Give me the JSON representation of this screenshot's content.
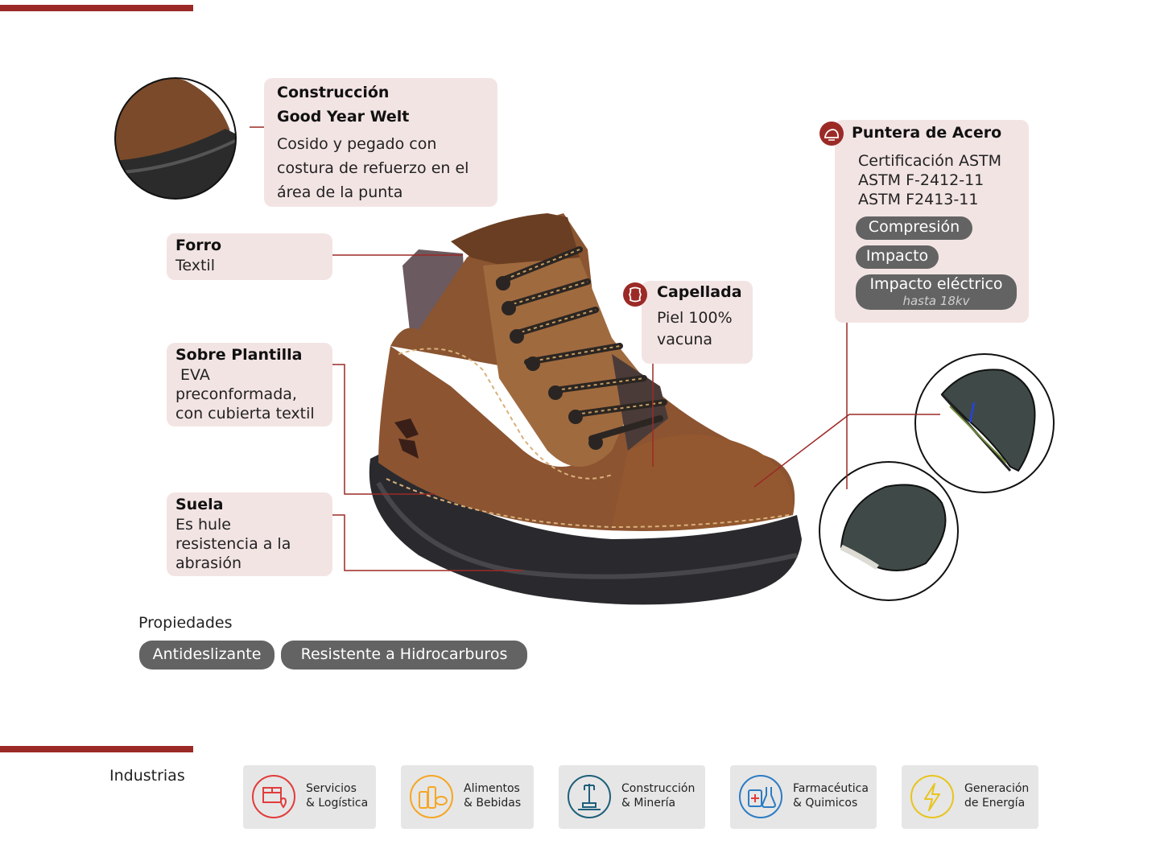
{
  "construccion": {
    "title_line1": "Construcción",
    "title_line2": "Good Year Welt",
    "desc": "Cosido y pegado con costura de refuerzo en el área de la punta"
  },
  "forro": {
    "title": "Forro",
    "desc": "Textil"
  },
  "sobre_plantilla": {
    "title": "Sobre Plantilla",
    "desc": " EVA preconformada, con cubierta textil"
  },
  "suela": {
    "title": "Suela",
    "desc": "Es hule resistencia a la abrasión"
  },
  "capellada": {
    "title": "Capellada",
    "desc": "Piel 100% vacuna"
  },
  "puntera": {
    "title": "Puntera de Acero",
    "cert_line1": "Certificación ASTM",
    "cert_line2": "ASTM F-2412-11",
    "cert_line3": "ASTM F2413-11",
    "pills": [
      "Compresión",
      "Impacto"
    ],
    "electric_label": "Impacto eléctrico",
    "electric_sub": "hasta 18kv"
  },
  "propiedades": {
    "label": "Propiedades",
    "items": [
      "Antideslizante",
      "Resistente a Hidrocarburos"
    ]
  },
  "industrias": {
    "label": "Industrias",
    "items": [
      {
        "line1": "Servicios",
        "line2": "& Logística",
        "color": "#e23b3b",
        "icon": "box-location-icon"
      },
      {
        "line1": "Alimentos",
        "line2": "& Bebidas",
        "color": "#f5a623",
        "icon": "food-icon"
      },
      {
        "line1": "Construcción",
        "line2": "& Minería",
        "color": "#1d5f7a",
        "icon": "construction-icon"
      },
      {
        "line1": "Farmacéutica",
        "line2": "& Quimicos",
        "color": "#2b7cc4",
        "icon": "pharma-icon"
      },
      {
        "line1": "Generación",
        "line2": "de Energía",
        "color": "#e8c41d",
        "icon": "lightning-icon"
      }
    ]
  },
  "colors": {
    "accent": "#9b2a27",
    "card": "#f3e4e4",
    "pill": "#636363",
    "industry_bg": "#e6e6e6"
  }
}
